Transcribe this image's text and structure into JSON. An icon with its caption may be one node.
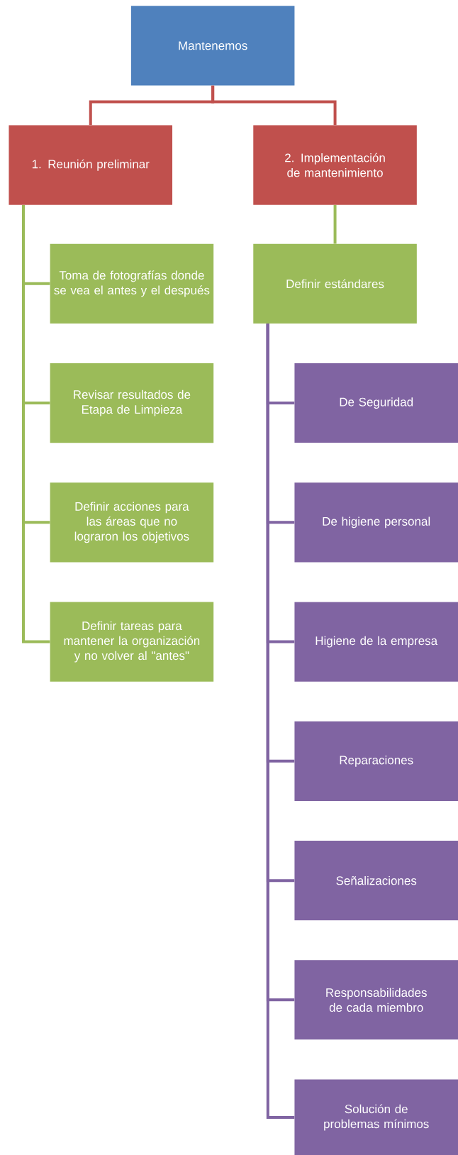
{
  "diagram": {
    "nodes": [
      {
        "text": [
          "Mantenemos"
        ]
      },
      {
        "text": [
          "1. Reunión preliminar"
        ]
      },
      {
        "text": [
          "2. Implementación de mantenimiento"
        ]
      },
      {
        "text": [
          "Toma de fotografías donde se vea el antes y el después"
        ]
      },
      {
        "text": [
          "Revisar resultados de Etapa de Limpieza"
        ]
      },
      {
        "text": [
          "Definir acciones para las áreas que no lograron los objetivos"
        ]
      },
      {
        "text": [
          "Definir tareas para mantener la organización y no volver al \"antes\""
        ]
      },
      {
        "text": [
          "Definir estándares"
        ]
      },
      {
        "text": [
          "De Seguridad"
        ]
      },
      {
        "text": [
          "De higiene personal"
        ]
      },
      {
        "text": [
          "Higiene de la empresa"
        ]
      },
      {
        "text": [
          "Reparaciones"
        ]
      },
      {
        "text": [
          "Señalizaciones"
        ]
      },
      {
        "text": [
          "Responsabilidades de cada miembro"
        ]
      },
      {
        "text": [
          "Solución de problemas mínimos"
        ]
      }
    ],
    "edges": [
      {
        "from": 0,
        "to": 1,
        "arrow": "none",
        "color": "#c0504d"
      },
      {
        "from": 0,
        "to": 2,
        "arrow": "none",
        "color": "#c0504d"
      },
      {
        "from": 1,
        "to": 3,
        "arrow": "none",
        "color": "#9bbb59"
      },
      {
        "from": 1,
        "to": 4,
        "arrow": "none",
        "color": "#9bbb59"
      },
      {
        "from": 1,
        "to": 5,
        "arrow": "none",
        "color": "#9bbb59"
      },
      {
        "from": 1,
        "to": 6,
        "arrow": "none",
        "color": "#9bbb59"
      },
      {
        "from": 2,
        "to": 7,
        "arrow": "none",
        "color": "#9bbb59"
      },
      {
        "from": 7,
        "to": 8,
        "arrow": "none"
      },
      {
        "from": 7,
        "to": 9,
        "arrow": "none"
      },
      {
        "from": 7,
        "to": 10,
        "arrow": "none"
      },
      {
        "from": 7,
        "to": 11,
        "arrow": "none"
      },
      {
        "from": 7,
        "to": 12,
        "arrow": "none"
      },
      {
        "from": 7,
        "to": 13,
        "arrow": "none"
      },
      {
        "from": 7,
        "to": 14,
        "arrow": "none"
      }
    ]
  }
}
